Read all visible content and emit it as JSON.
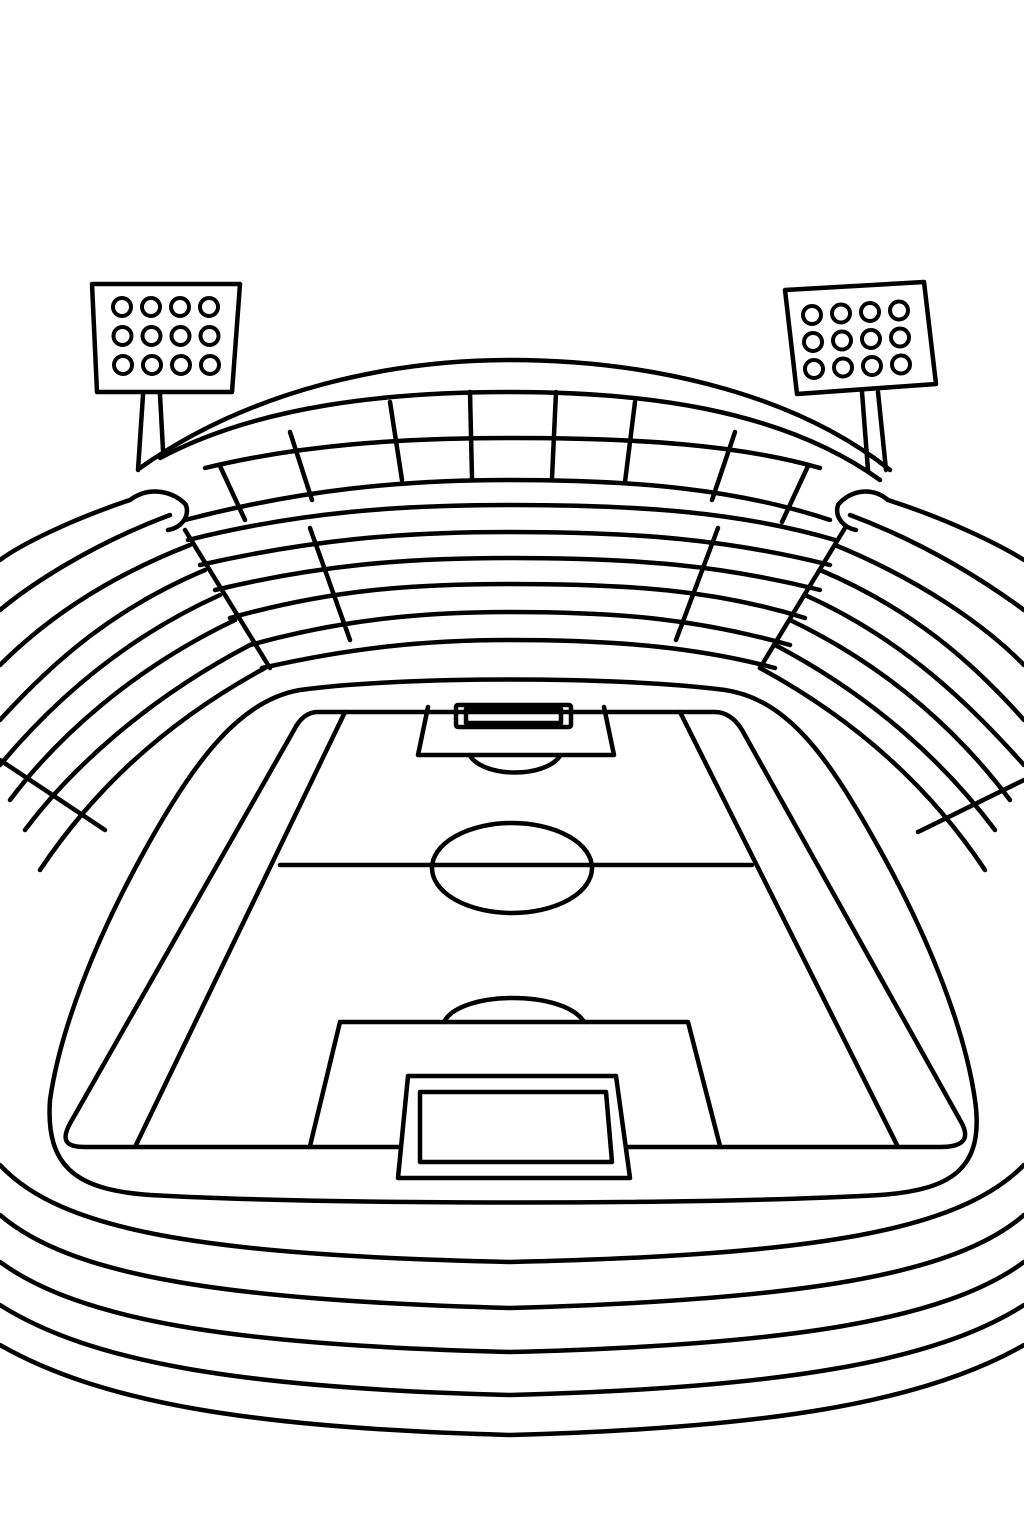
{
  "page": {
    "background_color": "#ffffff",
    "line_color": "#000000"
  },
  "illustration": {
    "style": "line-art coloring page",
    "subject": "stadium-icon",
    "floodlights": 2,
    "lamps_per_floodlight": 12
  }
}
